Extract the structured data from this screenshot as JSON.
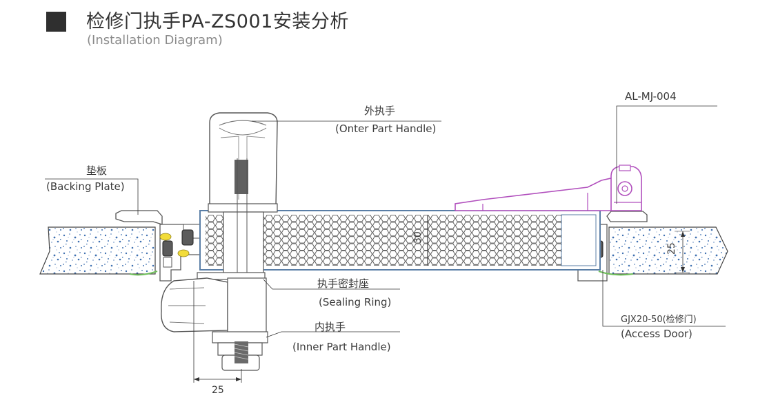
{
  "header": {
    "title": "检修门执手PA-ZS001安装分析",
    "subtitle": "(Installation Diagram)"
  },
  "callouts": {
    "outer_handle_cn": "外执手",
    "outer_handle_en": "(Onter Part Handle)",
    "backing_plate_cn": "垫板",
    "backing_plate_en": "(Backing Plate)",
    "hinge_code": "AL-MJ-004",
    "sealing_ring_cn": "执手密封座",
    "sealing_ring_en": "(Sealing Ring)",
    "inner_handle_cn": "内执手",
    "inner_handle_en": "(Inner Part Handle)",
    "access_door_code": "GJX20-50(检修门)",
    "access_door_en": "(Access Door)"
  },
  "dimensions": {
    "panel_thickness": "30",
    "frame_depth": "25",
    "handle_offset": "25"
  },
  "colors": {
    "frame_blue": "#5a7ea6",
    "foam_blue": "#3d6fb0",
    "hinge_purple": "#b14fbd",
    "seal_yellow": "#f2dc3a",
    "gasket_green": "#6fbf5a"
  }
}
